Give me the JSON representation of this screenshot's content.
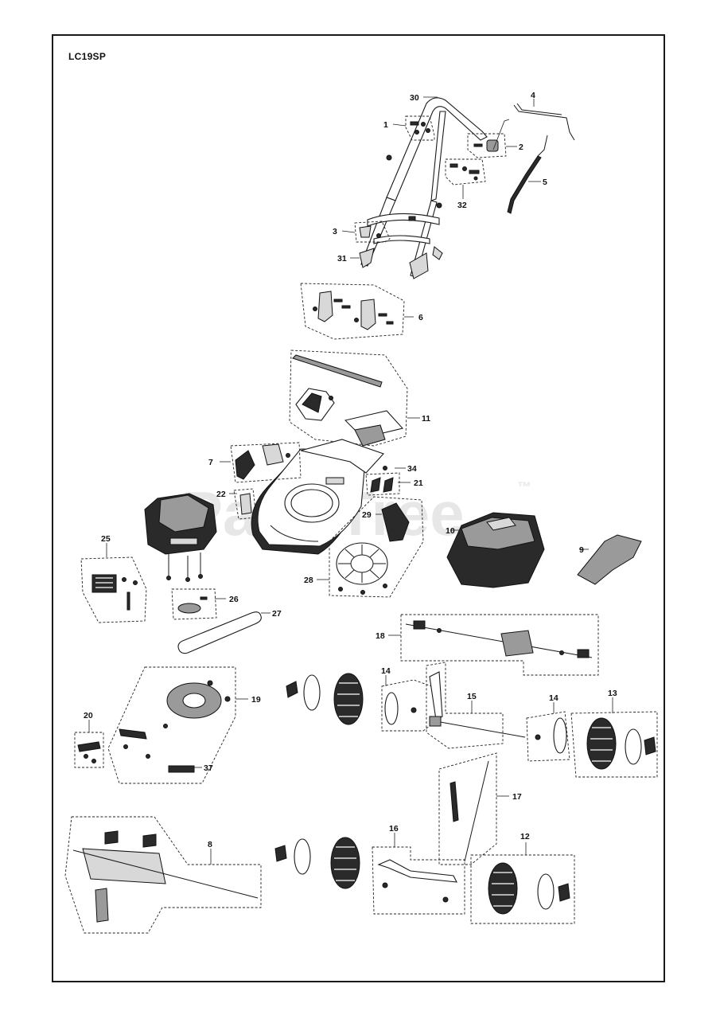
{
  "diagram": {
    "model": "LC19SP",
    "watermark": {
      "text": "PartsTree",
      "trademark": "™"
    },
    "callouts": [
      {
        "id": "c1",
        "label": "1"
      },
      {
        "id": "c2",
        "label": "2"
      },
      {
        "id": "c3",
        "label": "3"
      },
      {
        "id": "c4",
        "label": "4"
      },
      {
        "id": "c5",
        "label": "5"
      },
      {
        "id": "c6",
        "label": "6"
      },
      {
        "id": "c7",
        "label": "7"
      },
      {
        "id": "c8",
        "label": "8"
      },
      {
        "id": "c9",
        "label": "9"
      },
      {
        "id": "c10",
        "label": "10"
      },
      {
        "id": "c11",
        "label": "11"
      },
      {
        "id": "c12",
        "label": "12"
      },
      {
        "id": "c13",
        "label": "13"
      },
      {
        "id": "c14a",
        "label": "14"
      },
      {
        "id": "c14b",
        "label": "14"
      },
      {
        "id": "c15",
        "label": "15"
      },
      {
        "id": "c16",
        "label": "16"
      },
      {
        "id": "c17",
        "label": "17"
      },
      {
        "id": "c18",
        "label": "18"
      },
      {
        "id": "c19",
        "label": "19"
      },
      {
        "id": "c20",
        "label": "20"
      },
      {
        "id": "c21",
        "label": "21"
      },
      {
        "id": "c22",
        "label": "22"
      },
      {
        "id": "c25",
        "label": "25"
      },
      {
        "id": "c26",
        "label": "26"
      },
      {
        "id": "c27",
        "label": "27"
      },
      {
        "id": "c28",
        "label": "28"
      },
      {
        "id": "c29",
        "label": "29"
      },
      {
        "id": "c30",
        "label": "30"
      },
      {
        "id": "c31",
        "label": "31"
      },
      {
        "id": "c32",
        "label": "32"
      },
      {
        "id": "c34",
        "label": "34"
      },
      {
        "id": "c37",
        "label": "37"
      }
    ]
  }
}
